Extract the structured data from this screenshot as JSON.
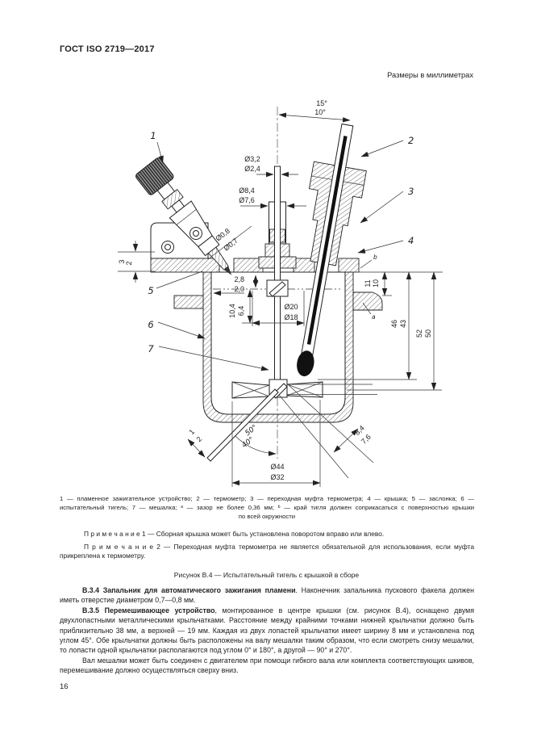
{
  "page": {
    "header": "ГОСТ ISO 2719—2017",
    "units_note": "Размеры в миллиметрах",
    "page_number": "16",
    "ink_color": "#222222",
    "paper_color": "#ffffff"
  },
  "figure": {
    "caption": "Рисунок В.4 — Испытательный тигель с крышкой в сборе",
    "legend": {
      "line1": "1 — пламенное зажигательное устройство; 2 — термометр; 3 — переходная муфта термометра; 4 — крышка; 5 — заслонка; 6 —",
      "line2": "испытательный тигель; 7 — мешалка; ᵃ — зазор не более 0,36 мм; ᵇ — край тигля должен соприкасаться с поверхностью крышки",
      "line3": "по всей окружности"
    },
    "callouts": {
      "c1": "1",
      "c2": "2",
      "c3": "3",
      "c4": "4",
      "c5": "5",
      "c6": "6",
      "c7": "7",
      "ca": "a",
      "cb": "b"
    },
    "dims": {
      "angle_max": "15°",
      "angle_min": "10°",
      "shaft_d_max": "Ø3,2",
      "shaft_d_min": "Ø2,4",
      "guide_d_max": "Ø8,4",
      "guide_d_min": "Ø7,6",
      "jet_d_max": "Ø0,8",
      "jet_d_min": "Ø0,7",
      "lid_t_max": "3",
      "lid_t_min": "2",
      "gap_max": "2,8",
      "gap_min": "2,0",
      "boss_h_max": "10,4",
      "boss_h_min": "6,4",
      "boss_d_max": "Ø20",
      "boss_d_min": "Ø18",
      "rim_max": "11",
      "rim_min": "10",
      "depth1_max": "46",
      "depth1_min": "43",
      "depth2_max": "52",
      "depth2_min": "50",
      "blade_t_max": "1",
      "blade_t_min": "2",
      "blade_angle_max": "50°",
      "blade_angle_min": "40°",
      "blade_w_max": "8,4",
      "blade_w_min": "7,6",
      "cup_d_max": "Ø44",
      "cup_d_min": "Ø32"
    }
  },
  "notes": {
    "note1": "П р и м е ч а н и е   1   — Сборная крышка может быть установлена поворотом вправо или влево.",
    "note2": "П р и м е ч а н и е   2   — Переходная муфта термометра не является обязательной для использования, если муфта прикреплена к термометру."
  },
  "sections": {
    "b34_bold": "В.3.4 Запальник для автоматического зажигания пламени",
    "b34_text": ". Наконечник запальника пускового факела должен иметь отверстие диаметром 0,7—0,8 мм.",
    "b35_bold": "В.3.5 Перемешивающее устройство",
    "b35_text": ", монтированное в центре крышки (см. рисунок В.4), оснащено двумя двухлопастными металлическими крыльчатками. Расстояние между крайними точками нижней крыльчатки должно быть приблизительно 38 мм, а верхней — 19 мм. Каждая из двух лопастей крыльчатки имеет ширину 8 мм и установлена под углом 45°. Обе крыльчатки должны быть расположены на валу мешалки таким образом, что если смотреть снизу мешалки, то лопасти одной крыльчатки располагаются под углом 0° и 180°, а другой — 90° и 270°.",
    "b35_text2": "Вал мешалки может быть соединен с двигателем при помощи гибкого вала или комплекта соответствующих шкивов, перемешивание должно осуществляться сверху вниз."
  }
}
